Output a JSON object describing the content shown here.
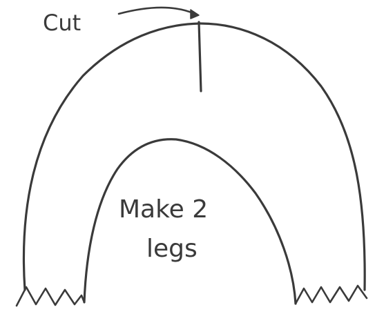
{
  "labels": {
    "cut": "Cut",
    "instruction_line1": "Make 2",
    "instruction_line2": "legs"
  },
  "colors": {
    "ink": "#3a3a3a",
    "paper": "#ffffff"
  }
}
